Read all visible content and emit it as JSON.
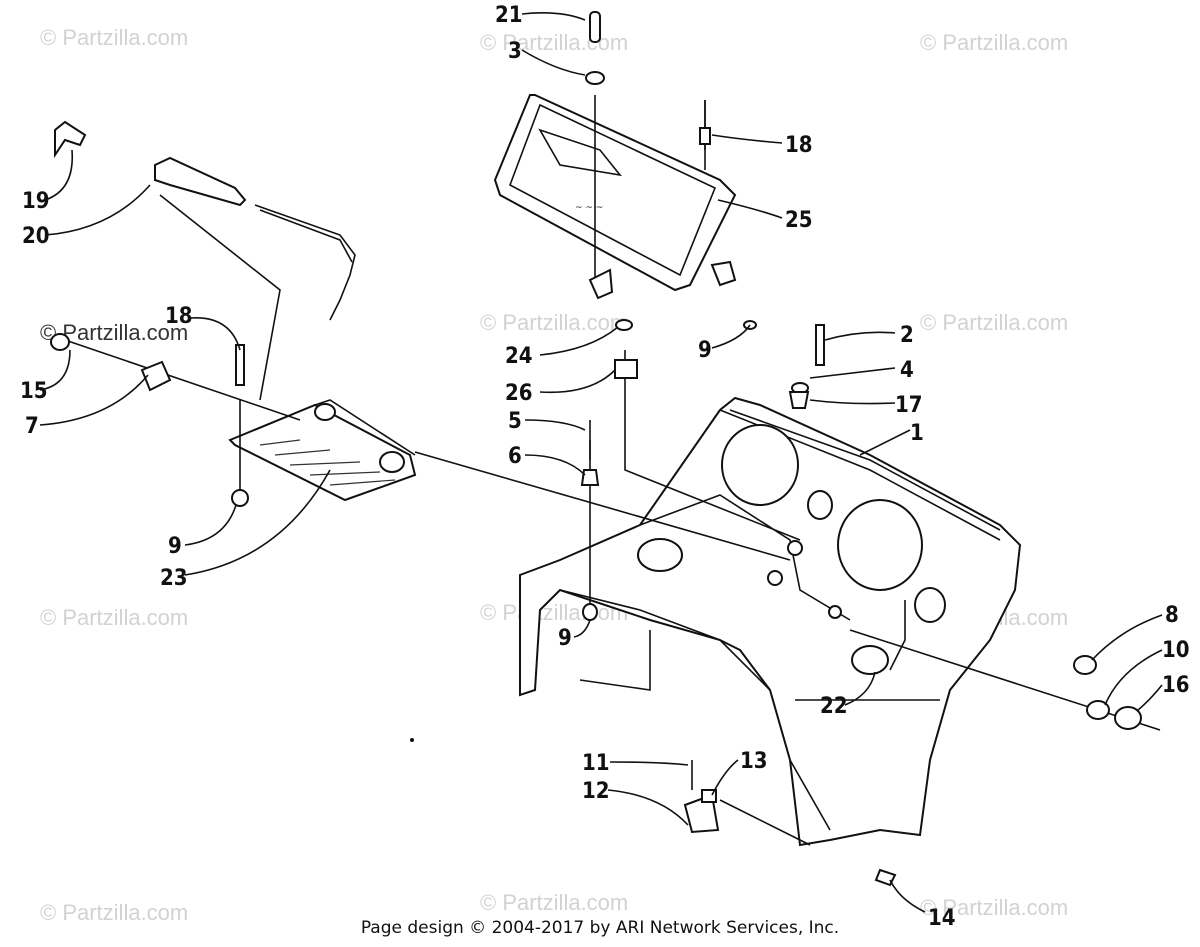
{
  "watermark": "© Partzilla.com",
  "footer": "Page design © 2004-2017 by ARI Network Services, Inc.",
  "callouts": [
    "21",
    "3",
    "18",
    "25",
    "19",
    "20",
    "9",
    "2",
    "4",
    "17",
    "1",
    "18",
    "15",
    "7",
    "24",
    "26",
    "5",
    "6",
    "9",
    "23",
    "9",
    "8",
    "10",
    "16",
    "22",
    "11",
    "13",
    "12",
    "14"
  ]
}
